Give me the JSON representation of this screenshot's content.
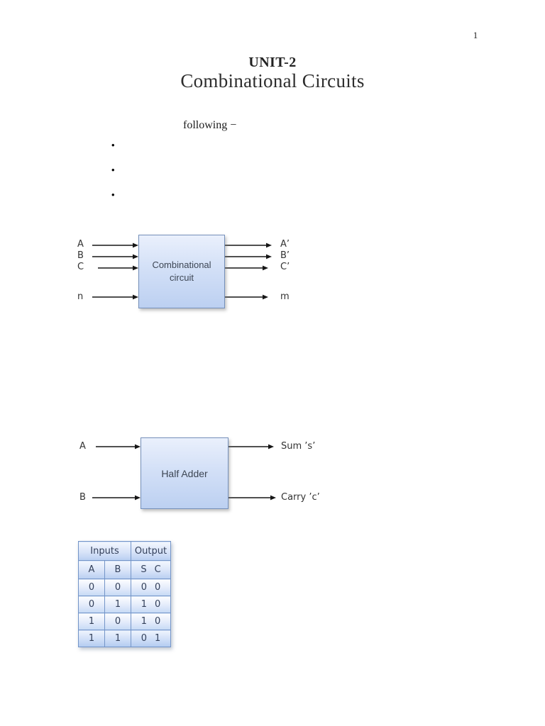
{
  "page": {
    "number": "1"
  },
  "header": {
    "unit_title": "UNIT-2",
    "doc_title": "Combinational Circuits",
    "following_text": "following −"
  },
  "list": {
    "bullet_glyph": "•"
  },
  "combinational_diagram": {
    "box_label_line1": "Combinational",
    "box_label_line2": "circuit",
    "inputs": {
      "0": "A",
      "1": "B",
      "2": "C",
      "3": "n"
    },
    "outputs": {
      "0": "A’",
      "1": "B’",
      "2": "C’",
      "3": "m"
    }
  },
  "half_adder_diagram": {
    "box_label": "Half Adder",
    "inputs": {
      "0": "A",
      "1": "B"
    },
    "outputs": {
      "0": "Sum ’s’",
      "1": "Carry ’c’"
    }
  },
  "truth_table": {
    "header_inputs": "Inputs",
    "header_output": "Output",
    "col_a": "A",
    "col_b": "B",
    "col_s": "S",
    "col_c": "C",
    "rows": [
      {
        "a": "0",
        "b": "0",
        "s": "0",
        "c": "0"
      },
      {
        "a": "0",
        "b": "1",
        "s": "1",
        "c": "0"
      },
      {
        "a": "1",
        "b": "0",
        "s": "1",
        "c": "0"
      },
      {
        "a": "1",
        "b": "1",
        "s": "0",
        "c": "1"
      }
    ]
  },
  "colors": {
    "box_gradient_top": "#eaf0fc",
    "box_gradient_bottom": "#bcd0f1",
    "box_border": "#7590ba",
    "table_border": "#7495c8",
    "text_dark": "#333333"
  }
}
